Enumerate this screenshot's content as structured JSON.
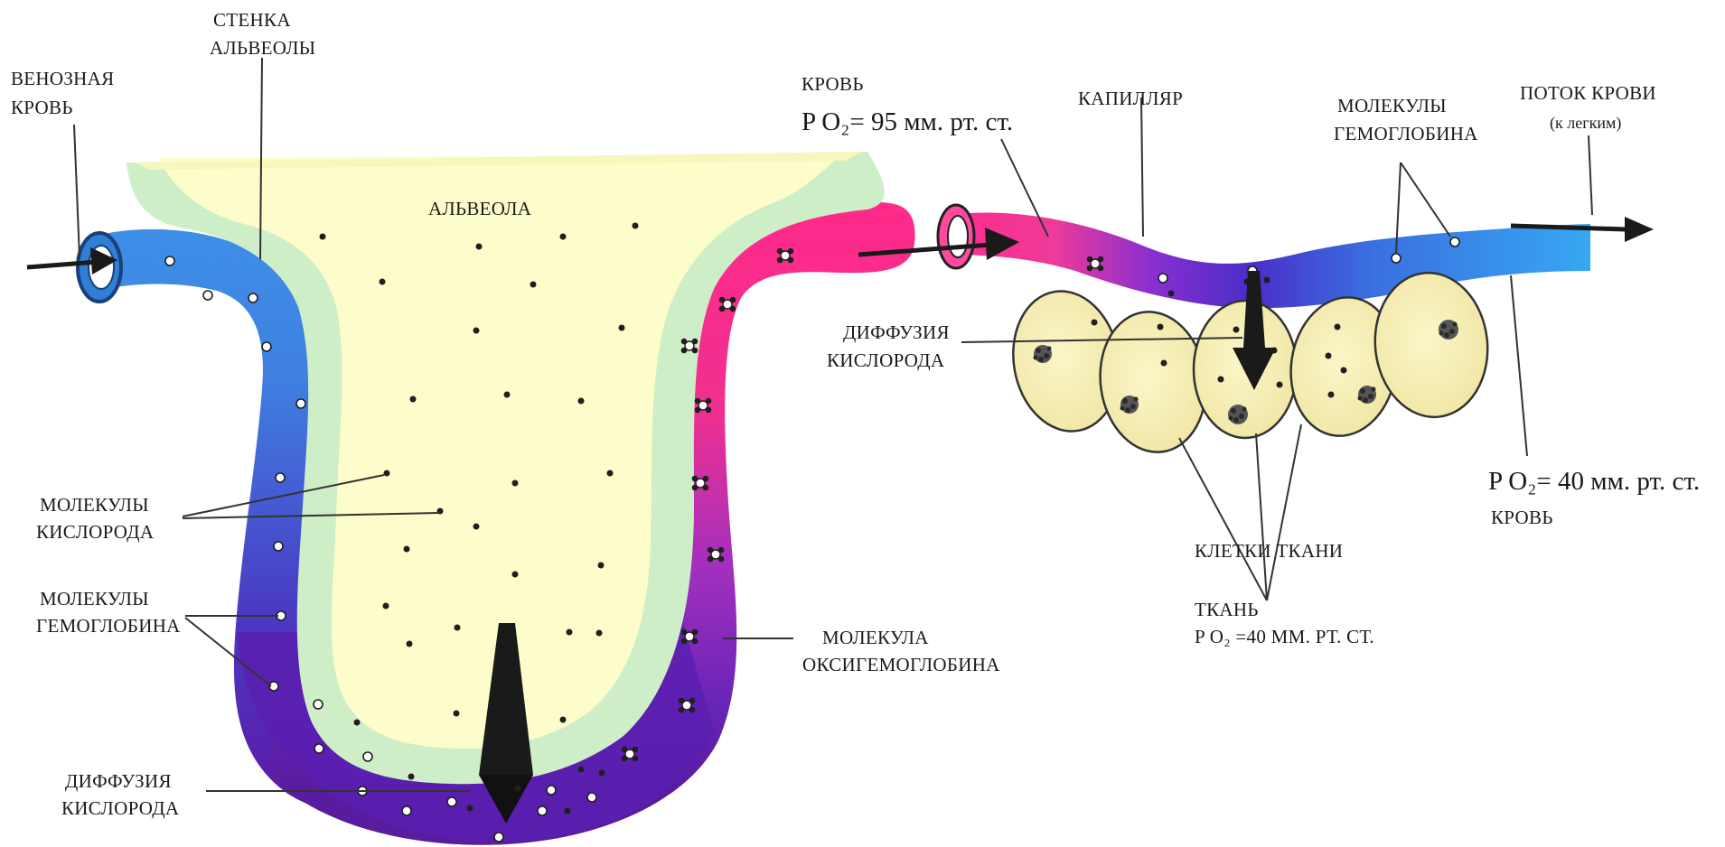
{
  "labels": {
    "venous_blood": [
      "ВЕНОЗНАЯ",
      "КРОВЬ"
    ],
    "alveolar_wall": [
      "СТЕНКА",
      "АЛЬВЕОЛЫ"
    ],
    "alveolus": "АЛЬВЕОЛА",
    "oxygen_molecules": [
      "МОЛЕКУЛЫ",
      "КИСЛОРОДА"
    ],
    "hemoglobin_left": [
      "МОЛЕКУЛЫ",
      "ГЕМОГЛОБИНА"
    ],
    "oxygen_diffusion_lung": [
      "ДИФФУЗИЯ",
      "КИСЛОРОДА"
    ],
    "oxyhemoglobin": [
      "МОЛЕКУЛА",
      "ОКСИГЕМОГЛОБИНА"
    ],
    "blood_top": "КРОВЬ",
    "po2_arterial": "P O₂= 95 мм. рт. ст.",
    "capillary": "КАПИЛЛЯР",
    "hemoglobin_right": [
      "МОЛЕКУЛЫ",
      "ГЕМОГЛОБИНА"
    ],
    "blood_flow": "ПОТОК КРОВИ",
    "blood_flow_sub": "(к легким)",
    "oxygen_diffusion_tissue": [
      "ДИФФУЗИЯ",
      "КИСЛОРОДА"
    ],
    "po2_venous": "P O₂= 40 мм. рт. ст.",
    "blood_bottom": "КРОВЬ",
    "tissue_cells": "КЛЕТКИ ТКАНИ",
    "tissue": "ТКАНЬ",
    "po2_tissue": "P O₂ =40 ММ. РТ. СТ."
  },
  "colors": {
    "venous_blue": "#3aa8ef",
    "deoxy_purple": "#5a22b8",
    "arterial_pink": "#ff2a8a",
    "alveolar_fill": "#fdfdcb",
    "alveolar_wall": "#c8ecc4",
    "tissue_cell": "#f8f0b4"
  }
}
